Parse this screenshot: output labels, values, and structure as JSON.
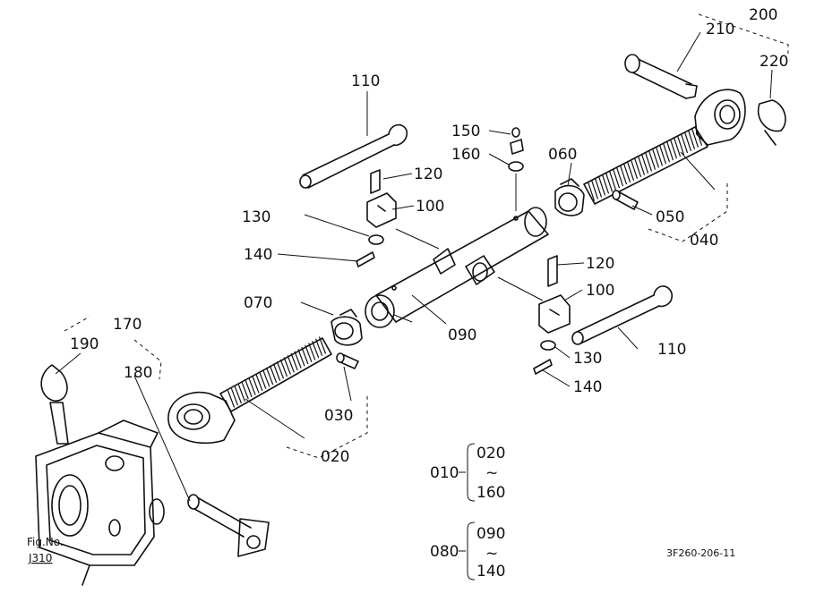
{
  "callouts": {
    "c110a": "110",
    "c120a": "120",
    "c100a": "100",
    "c130a": "130",
    "c140a": "140",
    "c150": "150",
    "c160": "160",
    "c060": "060",
    "c200": "200",
    "c210": "210",
    "c220": "220",
    "c050": "050",
    "c040": "040",
    "c070": "070",
    "c090": "090",
    "c120b": "120",
    "c100b": "100",
    "c110b": "110",
    "c130b": "130",
    "c140b": "140",
    "c170": "170",
    "c190": "190",
    "c180": "180",
    "c030": "030",
    "c020": "020"
  },
  "groups": {
    "g010": {
      "parent": "010",
      "from": "020",
      "tilde": "~",
      "to": "160"
    },
    "g080": {
      "parent": "080",
      "from": "090",
      "tilde": "~",
      "to": "140"
    }
  },
  "figure": {
    "label": "Fig.No.",
    "number": "J310"
  },
  "drawing_code": "3F260-206-11"
}
